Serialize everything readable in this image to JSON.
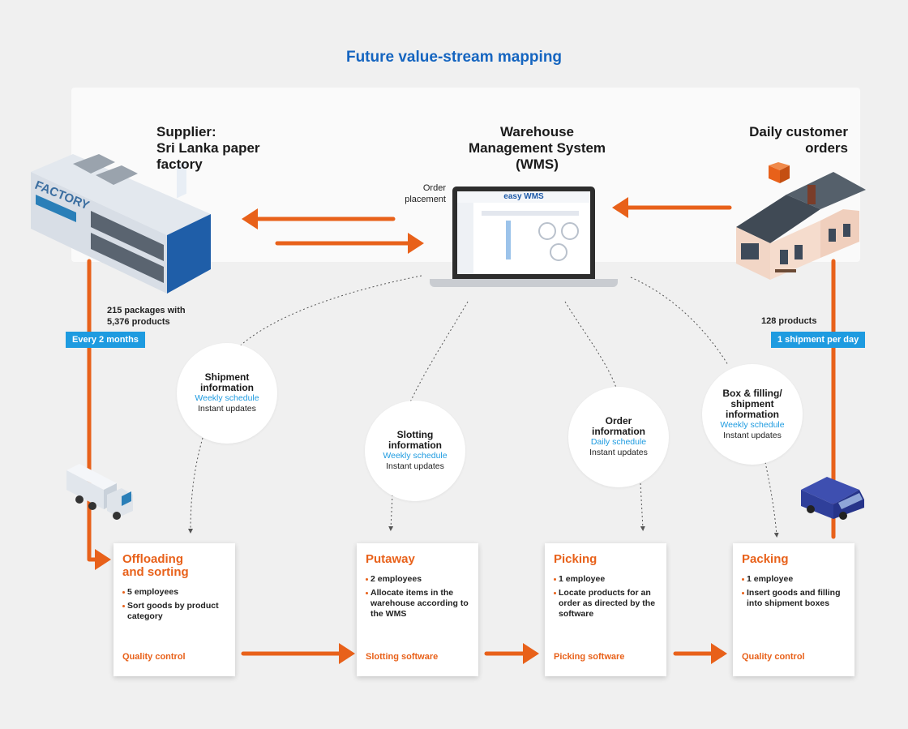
{
  "title": "Future value-stream mapping",
  "supplier": {
    "line1": "Supplier:",
    "line2": "Sri Lanka paper",
    "line3": "factory",
    "building_label": "FACTORY"
  },
  "wms": {
    "line1": "Warehouse",
    "line2": "Management System",
    "line3": "(WMS)",
    "order_label_1": "Order",
    "order_label_2": "placement",
    "screen_logo": "easy WMS"
  },
  "customer": {
    "line1": "Daily customer",
    "line2": "orders"
  },
  "supplier_shipment": {
    "line1": "215 packages with",
    "line2": "5,376 products",
    "frequency": "Every 2 months"
  },
  "customer_shipment": {
    "products": "128 products",
    "frequency": "1 shipment per day"
  },
  "info_nodes": [
    {
      "title_1": "Shipment",
      "title_2": "information",
      "title_3": "",
      "schedule": "Weekly schedule",
      "updates": "Instant updates"
    },
    {
      "title_1": "Slotting",
      "title_2": "information",
      "title_3": "",
      "schedule": "Weekly schedule",
      "updates": "Instant updates"
    },
    {
      "title_1": "Order",
      "title_2": "information",
      "title_3": "",
      "schedule": "Daily schedule",
      "updates": "Instant updates"
    },
    {
      "title_1": "Box & filling/",
      "title_2": "shipment",
      "title_3": "information",
      "schedule": "Weekly schedule",
      "updates": "Instant updates"
    }
  ],
  "processes": [
    {
      "title_1": "Offloading",
      "title_2": "and sorting",
      "items": [
        "5 employees",
        "Sort goods by product category"
      ],
      "footer": "Quality control"
    },
    {
      "title_1": "Putaway",
      "title_2": "",
      "items": [
        "2 employees",
        "Allocate items in the warehouse according to the WMS"
      ],
      "footer": "Slotting software"
    },
    {
      "title_1": "Picking",
      "title_2": "",
      "items": [
        "1 employee",
        "Locate products for an order as directed by the software"
      ],
      "footer": "Picking software"
    },
    {
      "title_1": "Packing",
      "title_2": "",
      "items": [
        "1 employee",
        "Insert goods and filling into shipment boxes"
      ],
      "footer": "Quality control"
    }
  ],
  "colors": {
    "accent": "#e8611a",
    "blue": "#1565c0",
    "tag": "#1e9be0"
  }
}
